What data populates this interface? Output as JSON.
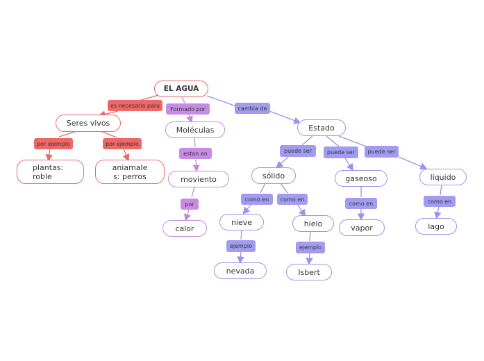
{
  "colors": {
    "red": "#e86a6a",
    "pink": "#c58ad8",
    "blue": "#9a93ea"
  },
  "nodes": {
    "el_agua": "EL AGUA",
    "seres_vivos": "Seres vivos",
    "moleculas": "Moléculas",
    "estado": "Estado",
    "plantas": "plantas:\nroble",
    "animales": "aniamale\ns: perros",
    "moviento": "moviento",
    "calor": "calor",
    "solido": "sólido",
    "gaseoso": "gaseoso",
    "liquido": "líquido",
    "nieve": "nieve",
    "hielo": "hielo",
    "vapor": "vapor",
    "lago": "lago",
    "nevada": "nevada",
    "isbert": "Isbert"
  },
  "labels": {
    "es_necesaria": "es necesaria para",
    "formado_por": "Formado por",
    "cambia_de": "cambia de",
    "por_ejemplo_1": "por ejemplo",
    "por_ejemplo_2": "por ejemplo",
    "estan_en": "estan en",
    "por": "por",
    "puede_ser_1": "puede ser",
    "puede_ser_2": "puede ser",
    "puede_ser_3": "puede ser",
    "como_en_1": "como en",
    "como_en_2": "como en",
    "como_en_3": "como en",
    "como_en_4": "como en",
    "ejemplo_1": "ejemplo",
    "ejemplo_2": "ejemplo"
  }
}
